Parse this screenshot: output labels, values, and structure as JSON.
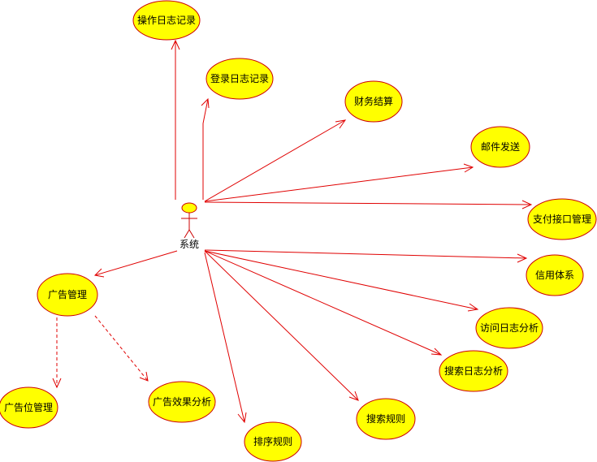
{
  "actor": {
    "label": "系统"
  },
  "use_cases": {
    "op_log": "操作日志记录",
    "login_log": "登录日志记录",
    "finance": "财务结算",
    "email": "邮件发送",
    "payment": "支付接口管理",
    "credit": "信用体系",
    "visit_log": "访问日志分析",
    "search_log": "搜索日志分析",
    "search_rule": "搜索规则",
    "sort_rule": "排序规则",
    "ad_mgmt": "广告管理",
    "ad_position": "广告位管理",
    "ad_effect": "广告效果分析"
  },
  "colors": {
    "fill": "#ffff00",
    "line": "#e00000",
    "border": "#cc0000"
  }
}
